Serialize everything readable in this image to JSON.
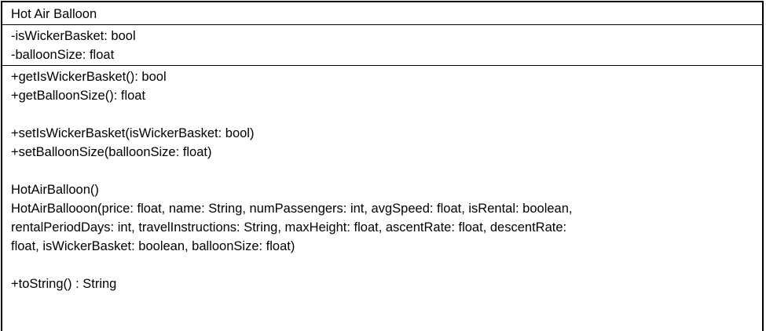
{
  "class_name": "Hot Air Balloon",
  "attributes": [
    "-isWickerBasket: bool",
    "-balloonSize: float"
  ],
  "operations": [
    "+getIsWickerBasket(): bool",
    "+getBalloonSize(): float",
    "",
    "+setIsWickerBasket(isWickerBasket: bool)",
    "+setBalloonSize(balloonSize: float)",
    "",
    "HotAirBalloon()",
    "HotAirBallooon(price: float, name: String, numPassengers: int, avgSpeed: float, isRental: boolean,",
    "rentalPeriodDays: int, travelInstructions: String, maxHeight: float, ascentRate: float, descentRate:",
    "float, isWickerBasket: boolean, balloonSize: float)",
    "",
    "+toString() : String"
  ]
}
